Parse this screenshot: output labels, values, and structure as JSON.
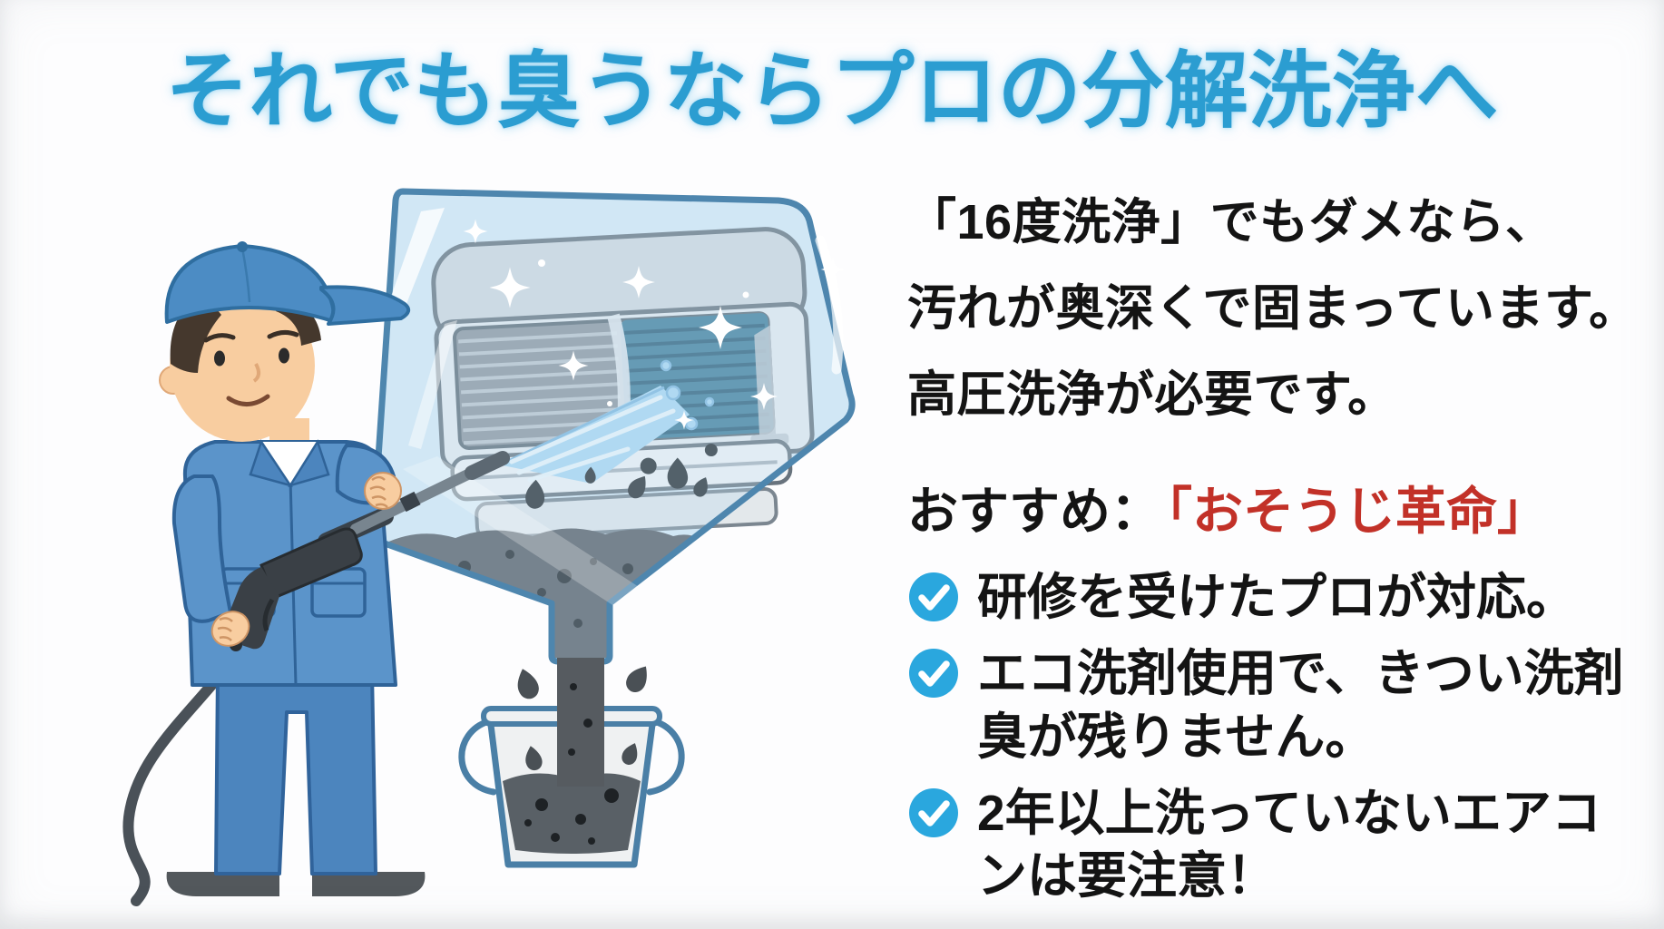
{
  "title": {
    "text": "それでも臭うならプロの分解洗浄へ",
    "color": "#2b9dd1"
  },
  "info": {
    "paragraph": "「16度洗浄」でもダメなら、\n汚れが奥深くで固まっています。\n高圧洗浄が必要です。",
    "recommend_label": "おすすめ：",
    "recommend_value": "「おそうじ革命」",
    "checklist": [
      {
        "text": "研修を受けたプロが対応。"
      },
      {
        "text": "エコ洗剤使用で、きつい洗剤\n臭が残りません。"
      },
      {
        "text": "2年以上洗っていないエアコ\nンは要注意！"
      }
    ]
  },
  "icons": {
    "check": {
      "name": "check-circle-icon",
      "glyph": "✓",
      "color": "#2aa7de"
    }
  },
  "colors": {
    "title_blue": "#2b9dd1",
    "accent_red": "#c23128",
    "check_blue": "#2aa7de",
    "text_black": "#141414",
    "background": "#fdfdfe",
    "uniform_blue": "#5b94ca",
    "bag_blue": "#dcedf8",
    "dirty_water": "#565b60"
  }
}
